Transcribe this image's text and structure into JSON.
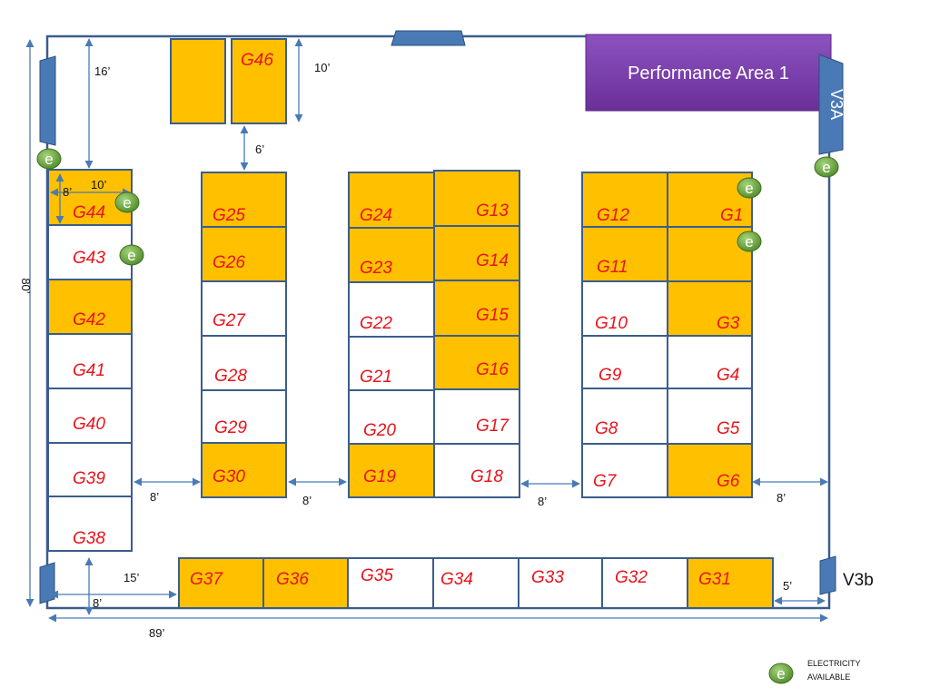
{
  "colors": {
    "available_booth": "#ffc000",
    "open_booth": "#ffffff",
    "booth_border": "#3b5d8c",
    "label": "#e8131b",
    "door": "#4a7ab5",
    "performance_area": "#7a3ea8",
    "electric_marker": "#6aa03c"
  },
  "performance_area": {
    "label": "Performance Area 1"
  },
  "vendor_doors": {
    "v3a": "V3A",
    "v3b": "V3b"
  },
  "booths": [
    {
      "id": "G46",
      "label": "G46",
      "filled": true
    },
    {
      "id": "G46b",
      "label": "",
      "filled": true
    },
    {
      "id": "G44",
      "label": "G44",
      "filled": true
    },
    {
      "id": "G43",
      "label": "G43",
      "filled": false
    },
    {
      "id": "G42",
      "label": "G42",
      "filled": true
    },
    {
      "id": "G41",
      "label": "G41",
      "filled": false
    },
    {
      "id": "G40",
      "label": "G40",
      "filled": false
    },
    {
      "id": "G39",
      "label": "G39",
      "filled": false
    },
    {
      "id": "G38",
      "label": "G38",
      "filled": false
    },
    {
      "id": "G25",
      "label": "G25",
      "filled": true
    },
    {
      "id": "G26",
      "label": "G26",
      "filled": true
    },
    {
      "id": "G27",
      "label": "G27",
      "filled": false
    },
    {
      "id": "G28",
      "label": "G28",
      "filled": false
    },
    {
      "id": "G29",
      "label": "G29",
      "filled": false
    },
    {
      "id": "G30",
      "label": "G30",
      "filled": true
    },
    {
      "id": "G24",
      "label": "G24",
      "filled": true
    },
    {
      "id": "G23",
      "label": "G23",
      "filled": true
    },
    {
      "id": "G22",
      "label": "G22",
      "filled": false
    },
    {
      "id": "G21",
      "label": "G21",
      "filled": false
    },
    {
      "id": "G20",
      "label": "G20",
      "filled": false
    },
    {
      "id": "G19",
      "label": "G19",
      "filled": true
    },
    {
      "id": "G13",
      "label": "G13",
      "filled": true
    },
    {
      "id": "G14",
      "label": "G14",
      "filled": true
    },
    {
      "id": "G15",
      "label": "G15",
      "filled": true
    },
    {
      "id": "G16",
      "label": "G16",
      "filled": true
    },
    {
      "id": "G17",
      "label": "G17",
      "filled": false
    },
    {
      "id": "G18",
      "label": "G18",
      "filled": false
    },
    {
      "id": "G12",
      "label": "G12",
      "filled": true
    },
    {
      "id": "G11",
      "label": "G11",
      "filled": true
    },
    {
      "id": "G10",
      "label": "G10",
      "filled": false
    },
    {
      "id": "G9",
      "label": "G9",
      "filled": false
    },
    {
      "id": "G8",
      "label": "G8",
      "filled": false
    },
    {
      "id": "G7",
      "label": "G7",
      "filled": false
    },
    {
      "id": "G1",
      "label": "G1",
      "filled": true
    },
    {
      "id": "G2",
      "label": "",
      "filled": true
    },
    {
      "id": "G3",
      "label": "G3",
      "filled": true
    },
    {
      "id": "G4",
      "label": "G4",
      "filled": false
    },
    {
      "id": "G5",
      "label": "G5",
      "filled": false
    },
    {
      "id": "G6",
      "label": "G6",
      "filled": true
    },
    {
      "id": "G37",
      "label": "G37",
      "filled": true
    },
    {
      "id": "G36",
      "label": "G36",
      "filled": true
    },
    {
      "id": "G35",
      "label": "G35",
      "filled": false
    },
    {
      "id": "G34",
      "label": "G34",
      "filled": false
    },
    {
      "id": "G33",
      "label": "G33",
      "filled": false
    },
    {
      "id": "G32",
      "label": "G32",
      "filled": false
    },
    {
      "id": "G31",
      "label": "G31",
      "filled": true
    }
  ],
  "dimensions": {
    "left_wall": "80’",
    "top_gap": "16’",
    "g46_depth": "10’",
    "g46_gap": "6’",
    "g44_depth": "8’",
    "g44_width": "10’",
    "aisle_1": "8’",
    "aisle_2": "8’",
    "aisle_3": "8’",
    "aisle_4": "8’",
    "bottom_row_gap": "15’",
    "bottom_left_gap": "8’",
    "bottom_right_gap": "5’",
    "total_width": "89’"
  },
  "electric_marker": {
    "symbol": "e"
  },
  "legend": {
    "line1": "ELECTRICITY",
    "line2": "AVAILABLE"
  }
}
